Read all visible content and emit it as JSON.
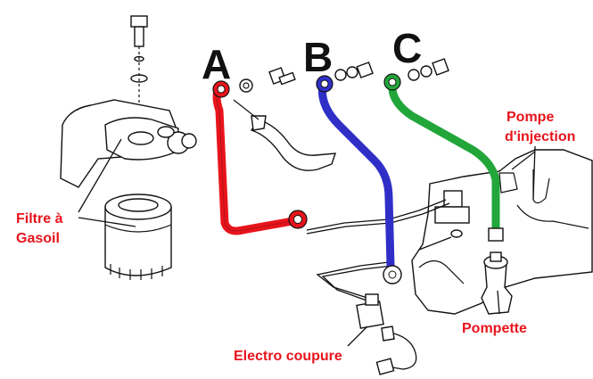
{
  "letters": {
    "a": "A",
    "b": "B",
    "c": "C"
  },
  "labels": {
    "filtre_line1": "Filtre à",
    "filtre_line2": "Gasoil",
    "pompe_line1": "Pompe",
    "pompe_line2": "d'injection",
    "pompette": "Pompette",
    "electro": "Electro coupure"
  },
  "colors": {
    "pipe_a": "#e8141c",
    "pipe_b": "#2f2fc8",
    "pipe_c": "#22a63a",
    "label_text": "#e8141c"
  }
}
